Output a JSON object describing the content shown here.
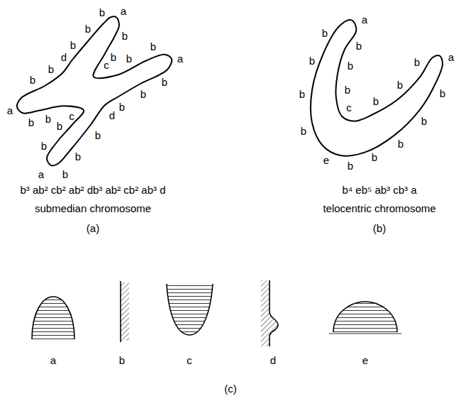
{
  "diagram": {
    "labels": [
      "b",
      "b",
      "b",
      "a",
      "b",
      "b",
      "c",
      "b",
      "b",
      "a",
      "b",
      "b",
      "b",
      "d",
      "b",
      "b",
      "b",
      "a",
      "b",
      "b",
      "c",
      "b",
      "b",
      "a",
      "b",
      "b",
      "d",
      "b³ ab² cb² ab² db³ ab² cb² ab³ d",
      "submedian chromosome",
      "(a)",
      "b",
      "b",
      "b",
      "b",
      "e",
      "b",
      "b",
      "b",
      "b",
      "b",
      "a",
      "b",
      "b",
      "b",
      "c",
      "b",
      "b",
      "b",
      "a",
      "b⁴ eb⁵ ab³ cb³ a",
      "telocentric chromosome",
      "(b)",
      "a",
      "b",
      "c",
      "d",
      "e",
      "(c)"
    ]
  }
}
